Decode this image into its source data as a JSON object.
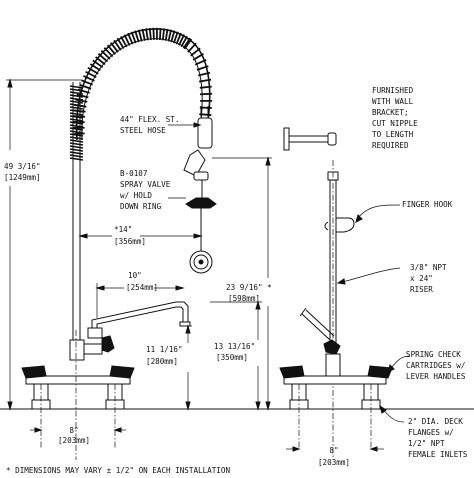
{
  "callouts": {
    "hose": [
      "44\" FLEX. ST.",
      "STEEL HOSE"
    ],
    "spray_valve": [
      "B-0107",
      "SPRAY VALVE",
      "w/ HOLD",
      "DOWN RING"
    ],
    "bracket": [
      "FURNISHED",
      "WITH WALL",
      "BRACKET;",
      "CUT NIPPLE",
      "TO LENGTH",
      "REQUIRED"
    ],
    "finger_hook": [
      "FINGER HOOK"
    ],
    "riser": [
      "3/8\" NPT",
      "x 24\"",
      "RISER"
    ],
    "spring_check": [
      "SPRING CHECK",
      "CARTRIDGES w/",
      "LEVER HANDLES"
    ],
    "deck_flanges": [
      "2\" DIA. DECK",
      "FLANGES w/",
      "1/2\" NPT",
      "FEMALE INLETS"
    ]
  },
  "dimensions": {
    "overall_height": [
      "49 3/16\"",
      "[1249mm]"
    ],
    "spray_reach": [
      "*14\"",
      "[356mm]"
    ],
    "spout_length": [
      "10\"",
      "[254mm]"
    ],
    "riser_height": [
      "23 9/16\" *",
      "[598mm]"
    ],
    "spout_height": [
      "11 1/16\"",
      "[280mm]"
    ],
    "body_height": [
      "13 13/16\"",
      "[350mm]"
    ],
    "center_front": [
      "8\"",
      "[203mm]"
    ],
    "center_side": [
      "8\"",
      "[203mm]"
    ]
  },
  "footnote": "* DIMENSIONS MAY VARY ± 1/2\" ON EACH INSTALLATION"
}
